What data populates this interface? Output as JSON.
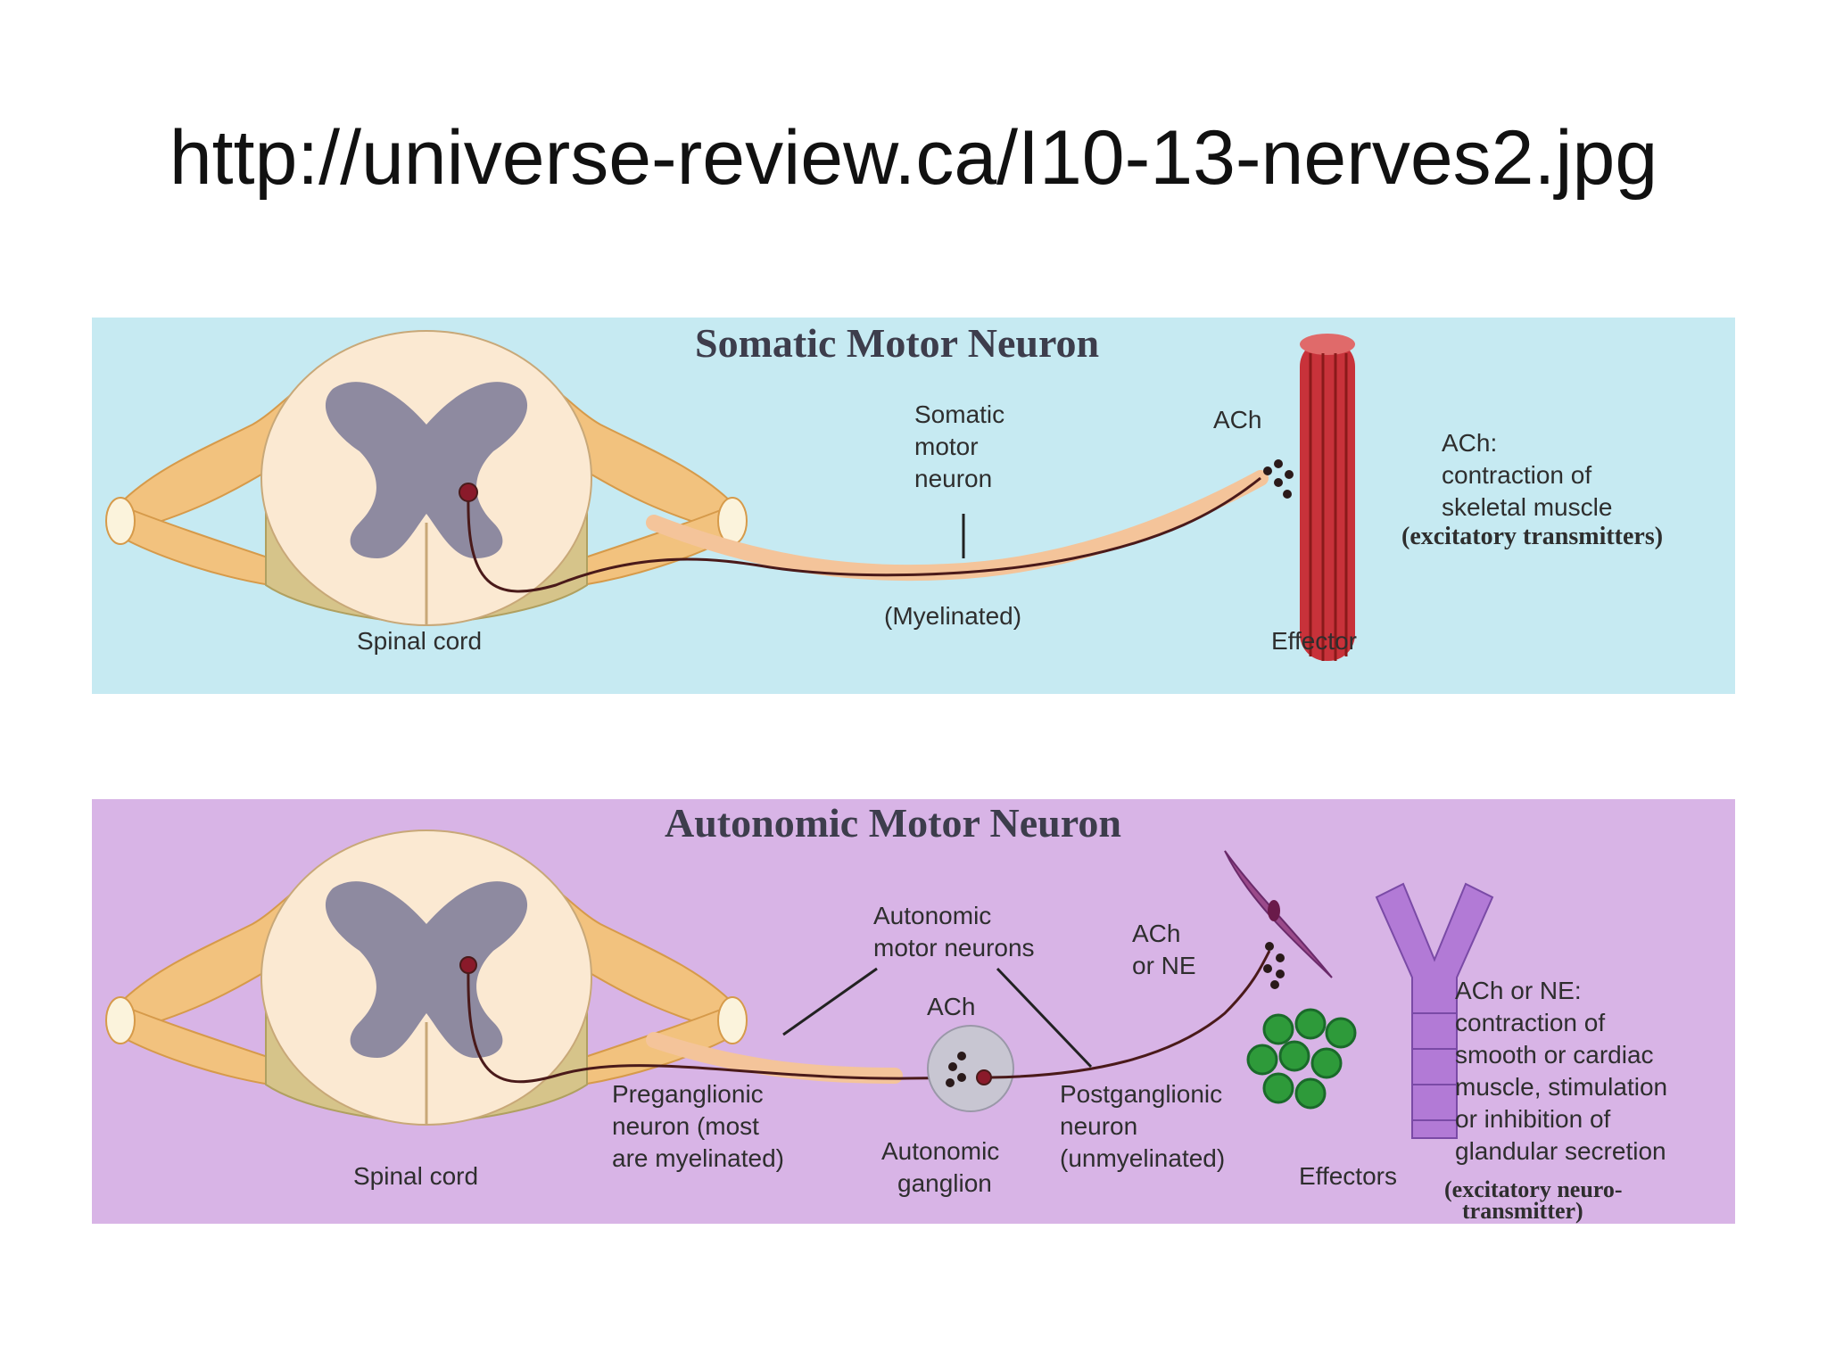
{
  "slide": {
    "title": "http://universe-review.ca/I10-13-nerves2.jpg"
  },
  "somatic": {
    "heading": "Somatic Motor Neuron",
    "neuron_label": [
      "Somatic",
      "motor",
      "neuron"
    ],
    "myelinated": "(Myelinated)",
    "spinal_cord": "Spinal cord",
    "ach": "ACh",
    "effector": "Effector",
    "effect_lines": [
      "ACh:",
      "contraction of",
      "skeletal muscle"
    ],
    "transmitter_note": "(excitatory transmitters)"
  },
  "autonomic": {
    "heading": "Autonomic Motor Neuron",
    "neurons_label": [
      "Autonomic",
      "motor neurons"
    ],
    "ganglion_ach": "ACh",
    "ach_or_ne": [
      "ACh",
      "or NE"
    ],
    "preganglionic": [
      "Preganglionic",
      "neuron (most",
      "are myelinated)"
    ],
    "ganglion": [
      "Autonomic",
      "ganglion"
    ],
    "postganglionic": [
      "Postganglionic",
      "neuron",
      "(unmyelinated)"
    ],
    "spinal_cord": "Spinal cord",
    "effectors": "Effectors",
    "effect_lines": [
      "ACh or NE:",
      "contraction of",
      "smooth or cardiac",
      "muscle, stimulation",
      "or inhibition of",
      "glandular secretion"
    ],
    "transmitter_note": [
      "(excitatory neuro-",
      "transmitter)"
    ]
  },
  "colors": {
    "somatic_panel": "#c6eaf2",
    "autonomic_panel": "#d8b4e6",
    "nerve": "#f2c27e",
    "gray_matter": "#8e8aa0",
    "axon": "#4a1a1a",
    "muscle": "#c8323a",
    "vessel": "#b27ad6",
    "gland": "#2e9a3a"
  }
}
